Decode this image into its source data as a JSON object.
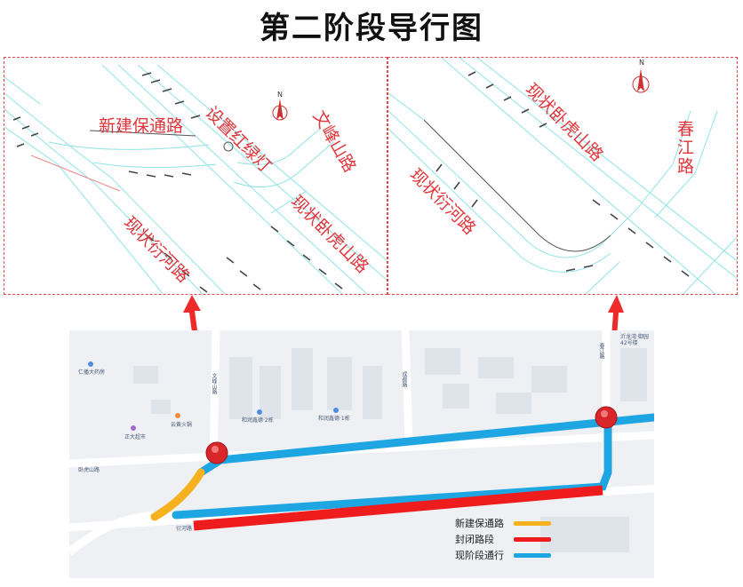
{
  "title": "第二阶段导行图",
  "left_panel": {
    "labels": {
      "new_road": "新建保通路",
      "signal": "设置红绿灯",
      "wenfeng": "文峰山路",
      "wohushan": "现状卧虎山路",
      "yanhe": "现状衍河路"
    },
    "compass": "N"
  },
  "right_panel": {
    "labels": {
      "wohushan": "现状卧虎山路",
      "chunjiang": "春江路",
      "yanhe": "现状衍河路"
    },
    "compass": "N"
  },
  "map": {
    "pois": {
      "renbo": "仁播大药房",
      "yunlong": "云黄火锅",
      "zhengda": "正大超市",
      "heyuan1": "和润鑫德·2栋",
      "heyuan2": "和润鑫德·1栋",
      "wohushan_road": "卧虎山路",
      "yanhe_road": "衍河路",
      "wenfeng_road": "文峰山路",
      "chengdu_road": "成都路",
      "chunjiang_road": "春江路",
      "corner_poi": "沂龙湾·御园42号楼"
    }
  },
  "legend": {
    "items": [
      {
        "label": "新建保通路",
        "color": "#f5b21e"
      },
      {
        "label": "封闭路段",
        "color": "#ee1c1c"
      },
      {
        "label": "现阶段通行",
        "color": "#1ea6e3"
      }
    ]
  },
  "colors": {
    "label_red": "#e0353a",
    "blue": "#1ea6e3",
    "red": "#ee1c1c",
    "yellow": "#f5b21e",
    "road_line": "#8fe3e6"
  }
}
